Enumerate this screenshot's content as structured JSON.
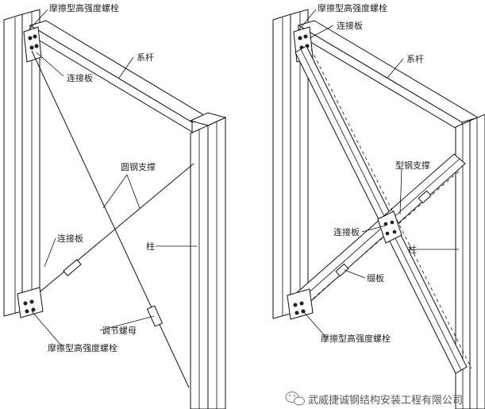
{
  "left_panel": {
    "labels": {
      "top_bolt": "摩擦型高强度螺栓",
      "tie_rod": "系杆",
      "top_plate": "连接板",
      "round_brace": "圆钢支撑",
      "bottom_plate": "连接板",
      "column": "柱",
      "turnbuckle": "调节螺母",
      "bottom_bolt": "摩擦型高强度螺栓"
    }
  },
  "right_panel": {
    "labels": {
      "top_bolt": "摩擦型高强度螺栓",
      "top_plate": "连接板",
      "tie_rod": "系杆",
      "section_brace": "型钢支撑",
      "mid_plate": "连接板",
      "column": "柱",
      "batten_plate": "缀板",
      "bottom_bolt": "摩擦型高强度螺栓"
    }
  },
  "watermark": {
    "icon": "wechat-icon",
    "text": "武威捷诚钢结构安装工程有限公司"
  }
}
